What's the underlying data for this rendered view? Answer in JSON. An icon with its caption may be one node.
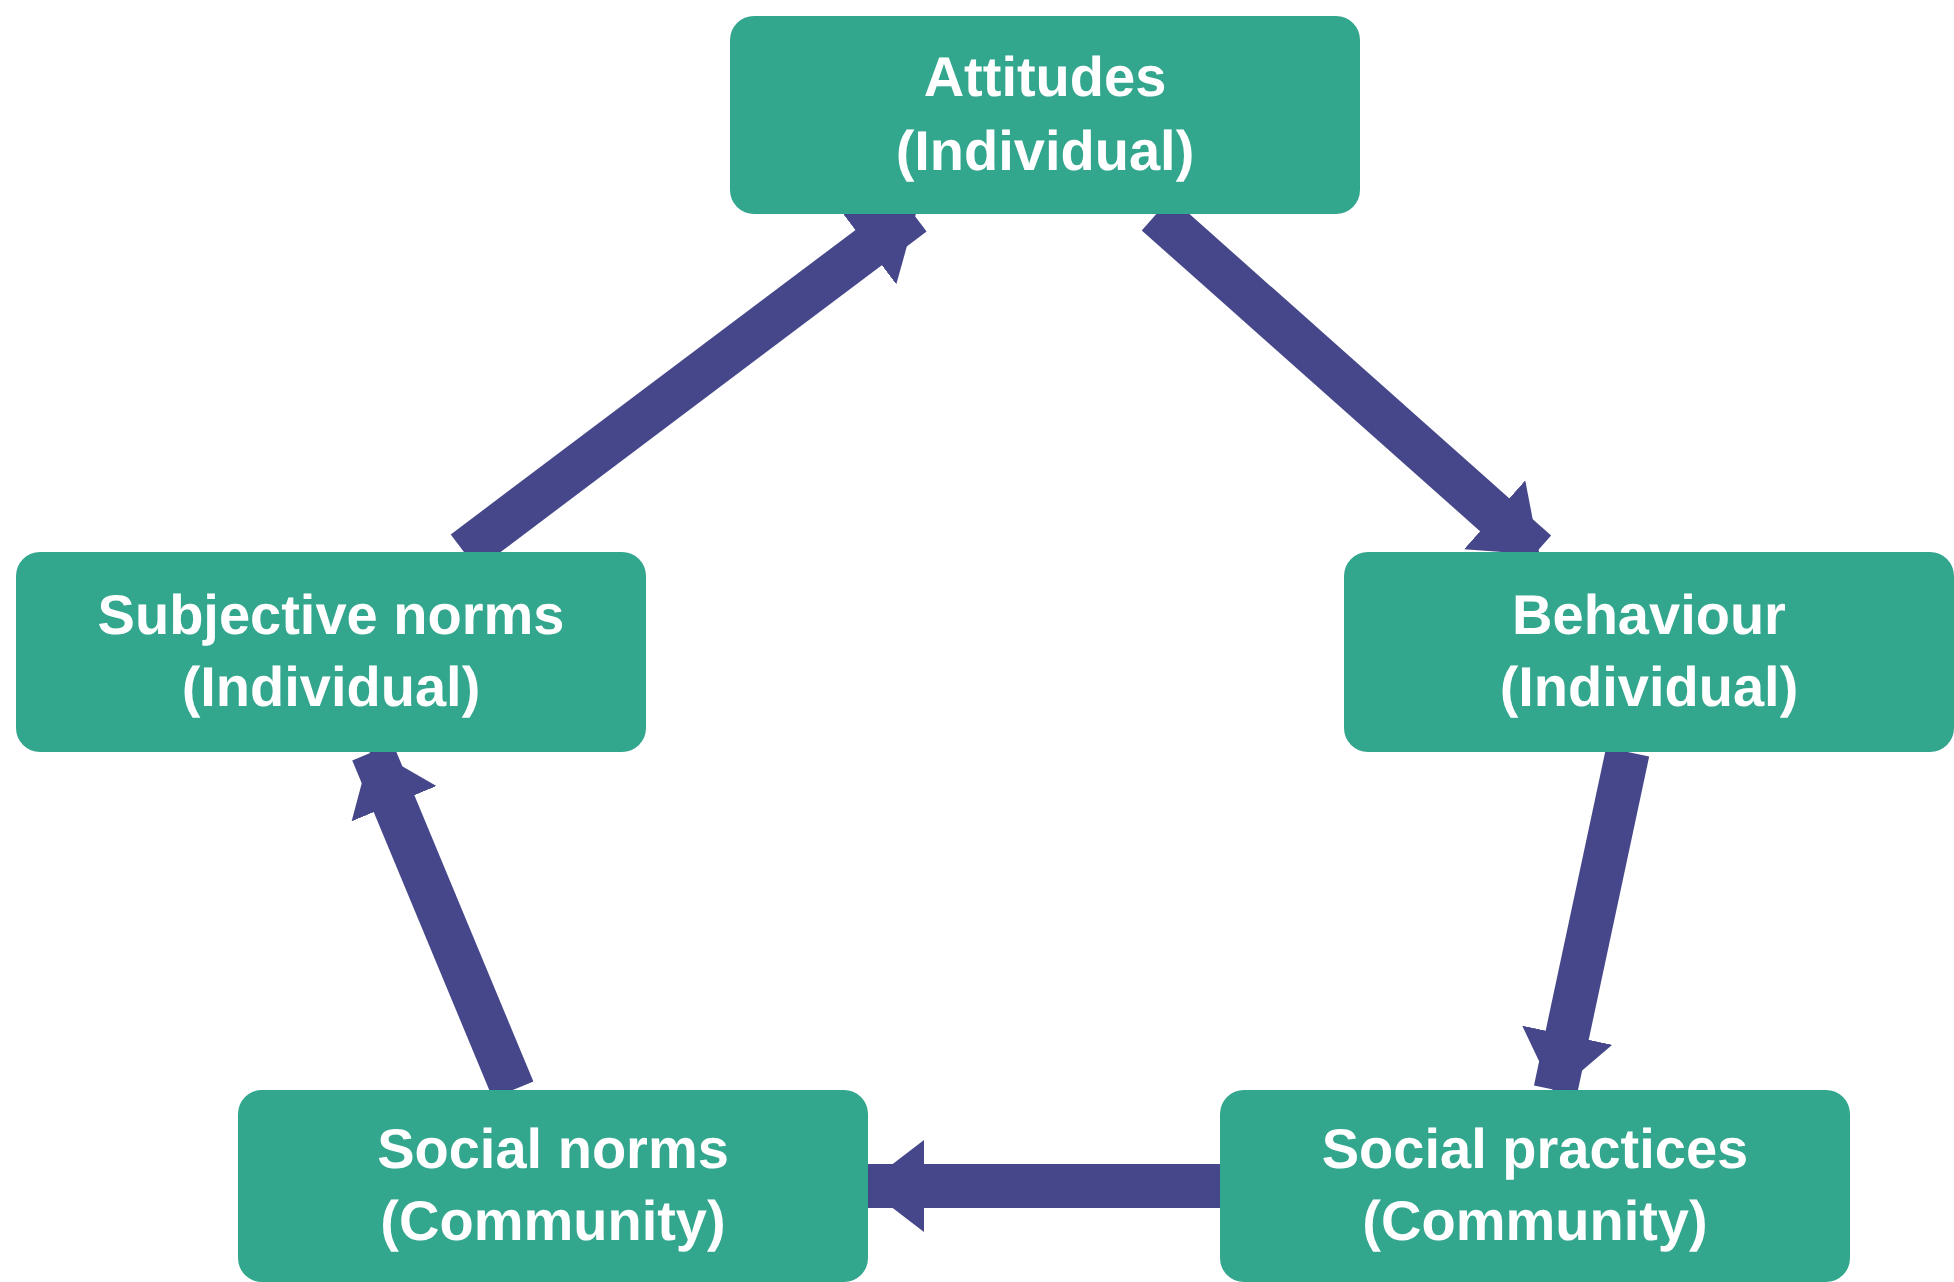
{
  "diagram": {
    "nodes": [
      {
        "text": [
          "Attitudes",
          "(Individual)"
        ]
      },
      {
        "text": [
          "Behaviour",
          "(Individual)"
        ]
      },
      {
        "text": [
          "Social practices",
          "(Community)"
        ]
      },
      {
        "text": [
          "Social norms",
          "(Community)"
        ]
      },
      {
        "text": [
          "Subjective norms",
          "(Individual)"
        ]
      }
    ],
    "edges": [
      {
        "from": 0,
        "to": 1,
        "arrow": "to"
      },
      {
        "from": 1,
        "to": 2,
        "arrow": "to"
      },
      {
        "from": 2,
        "to": 3,
        "arrow": "to"
      },
      {
        "from": 3,
        "to": 4,
        "arrow": "to"
      },
      {
        "from": 4,
        "to": 0,
        "arrow": "to"
      }
    ]
  }
}
